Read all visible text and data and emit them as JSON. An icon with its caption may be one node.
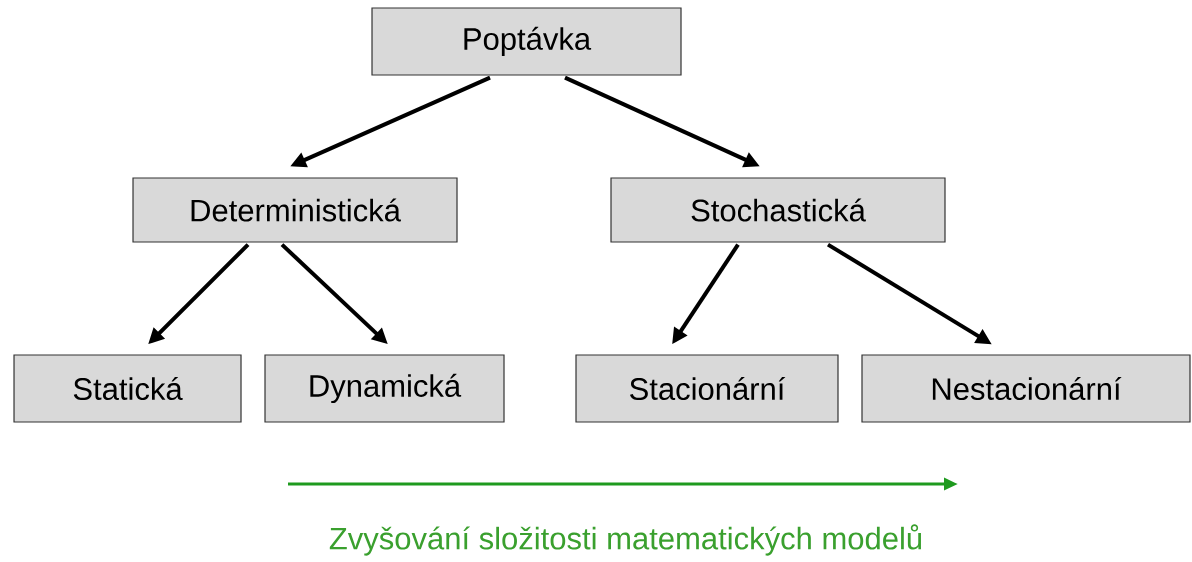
{
  "diagram": {
    "nodes": [
      {
        "text": [
          "Poptávka"
        ]
      },
      {
        "text": [
          "Deterministická"
        ]
      },
      {
        "text": [
          "Stochastická"
        ]
      },
      {
        "text": [
          "Statická"
        ]
      },
      {
        "text": [
          "Dynamická"
        ]
      },
      {
        "text": [
          "Stacionární"
        ]
      },
      {
        "text": [
          "Nestacionární"
        ]
      }
    ],
    "edges": [
      {
        "from": 0,
        "to": 1,
        "arrow": "to"
      },
      {
        "from": 0,
        "to": 2,
        "arrow": "to"
      },
      {
        "from": 1,
        "to": 3,
        "arrow": "to"
      },
      {
        "from": 1,
        "to": 4,
        "arrow": "to"
      },
      {
        "from": 2,
        "to": 5,
        "arrow": "to"
      },
      {
        "from": 2,
        "to": 6,
        "arrow": "to"
      }
    ],
    "labels": [
      "Zvyšování složitosti matematických modelů"
    ]
  }
}
